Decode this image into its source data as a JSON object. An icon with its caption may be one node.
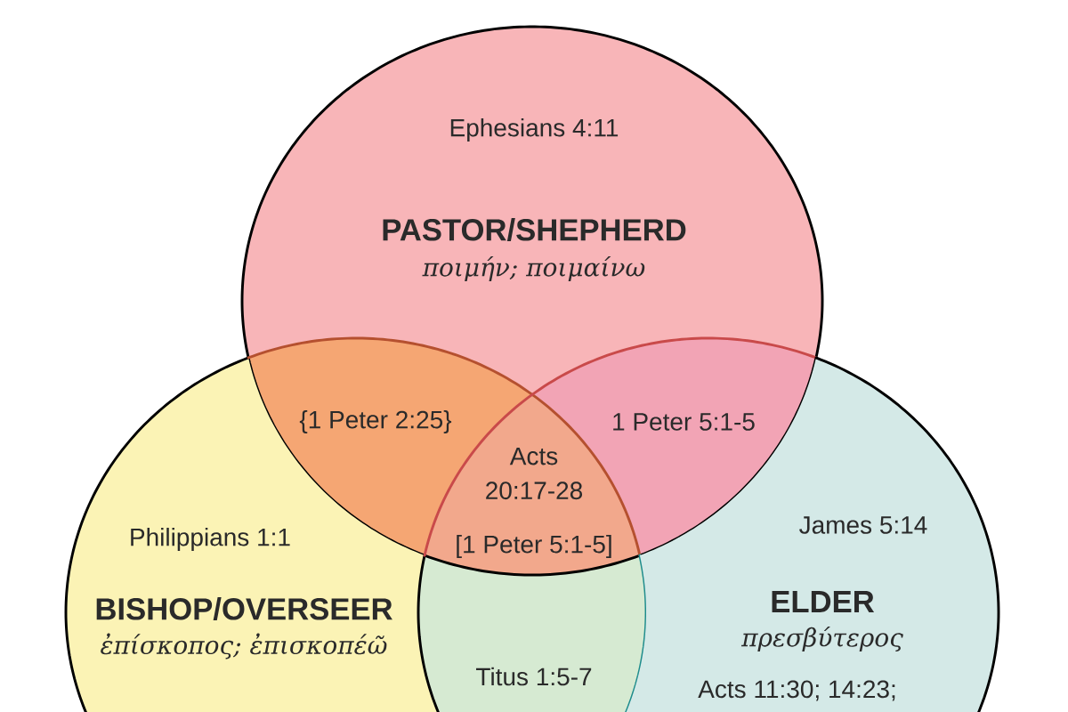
{
  "diagram": {
    "nodes": [
      {
        "text": [
          "Ephesians 4:11",
          "PASTOR/SHEPHERD",
          "ποιμήν; ποιμαίνω"
        ]
      },
      {
        "text": [
          "Philippians 1:1",
          "BISHOP/OVERSEER",
          "ἐπίσκοπος; ἐπισκοπέῶ"
        ]
      },
      {
        "text": [
          "James 5:14",
          "ELDER",
          "πρεσβύτερος",
          "Acts 11:30; 14:23;"
        ]
      }
    ],
    "labels": [
      "{1 Peter 2:25}",
      "1 Peter 5:1-5",
      "Acts 20:17-28",
      "[1 Peter 5:1-5]",
      "Titus 1:5-7"
    ]
  }
}
